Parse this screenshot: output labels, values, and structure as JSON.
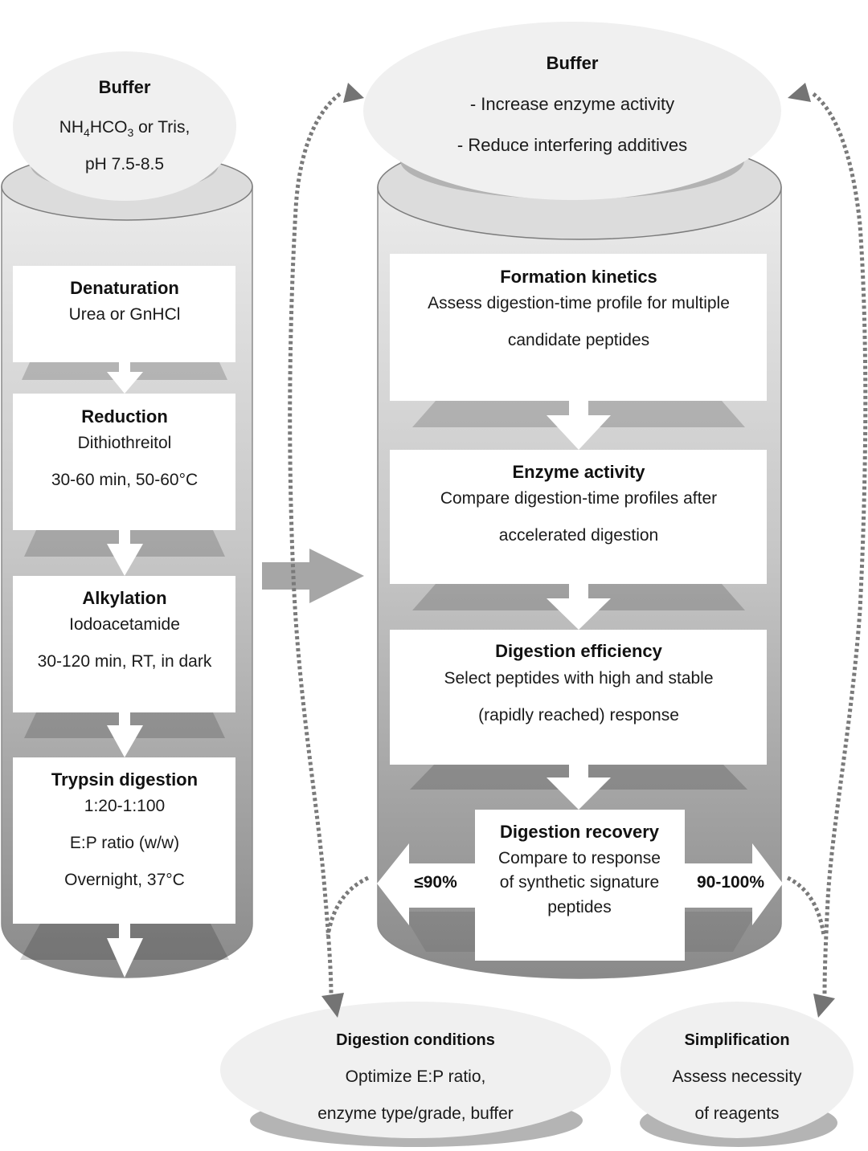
{
  "left_column": {
    "buffer": {
      "title": "Buffer",
      "line1_parts": [
        "NH",
        "4",
        "HCO",
        "3",
        " or Tris,"
      ],
      "line2": "pH 7.5-8.5"
    },
    "steps": [
      {
        "title": "Denaturation",
        "lines": [
          "Urea or GnHCl"
        ]
      },
      {
        "title": "Reduction",
        "lines": [
          "Dithiothreitol",
          "30-60 min, 50-60°C"
        ]
      },
      {
        "title": "Alkylation",
        "lines": [
          "Iodoacetamide",
          "30-120 min, RT, in dark"
        ]
      },
      {
        "title": "Trypsin digestion",
        "lines": [
          "1:20-1:100",
          "E:P ratio (w/w)",
          "Overnight, 37°C"
        ]
      }
    ]
  },
  "right_column": {
    "buffer": {
      "title": "Buffer",
      "lines": [
        "- Increase enzyme activity",
        "- Reduce interfering additives"
      ]
    },
    "steps": [
      {
        "title": "Formation kinetics",
        "lines": [
          "Assess digestion-time profile for multiple",
          "candidate peptides"
        ]
      },
      {
        "title": "Enzyme activity",
        "lines": [
          "Compare digestion-time profiles after",
          "accelerated digestion"
        ]
      },
      {
        "title": "Digestion efficiency",
        "lines": [
          "Select peptides with high and stable",
          "(rapidly reached) response"
        ]
      }
    ],
    "recovery": {
      "title": "Digestion recovery",
      "lines": [
        "Compare to response",
        "of synthetic signature",
        "peptides"
      ],
      "low_label": "≤90%",
      "high_label": "90-100%"
    }
  },
  "outcomes": [
    {
      "title": "Digestion conditions",
      "lines": [
        "Optimize E:P ratio,",
        "enzyme type/grade, buffer"
      ]
    },
    {
      "title": "Simplification",
      "lines": [
        "Assess necessity",
        "of reagents"
      ]
    }
  ]
}
